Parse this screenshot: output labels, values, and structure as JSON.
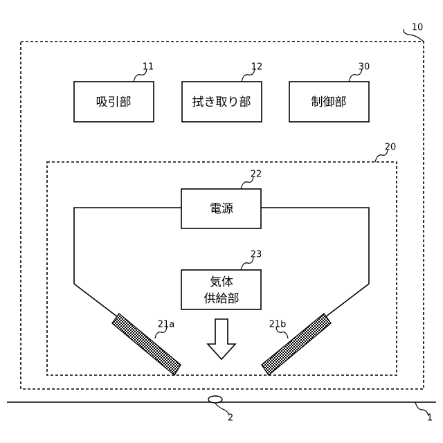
{
  "refs": {
    "device": "10",
    "suction": "11",
    "wiping": "12",
    "control": "30",
    "unit": "20",
    "power": "22",
    "gas": "23",
    "electrode_a": "21a",
    "electrode_b": "21b",
    "object": "2",
    "surface": "1"
  },
  "blocks": {
    "suction": "吸引部",
    "wiping": "拭き取り部",
    "control": "制御部",
    "power": "電源",
    "gas_line1": "気体",
    "gas_line2": "供給部"
  }
}
